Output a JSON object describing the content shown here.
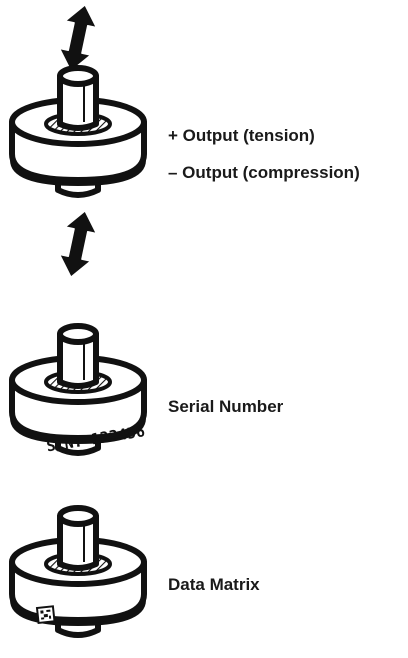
{
  "labels": {
    "output_tension": "+ Output (tension)",
    "output_compression": "– Output (compression)",
    "serial_number": "Serial Number",
    "data_matrix": "Data Matrix"
  },
  "engraving": {
    "serial": "S/N: 123456"
  },
  "colors": {
    "ink": "#111111",
    "body": "#ffffff",
    "hatch": "#111111"
  },
  "icons": {
    "arrows": "double-headed-arrow-icon",
    "code": "data-matrix-icon"
  }
}
